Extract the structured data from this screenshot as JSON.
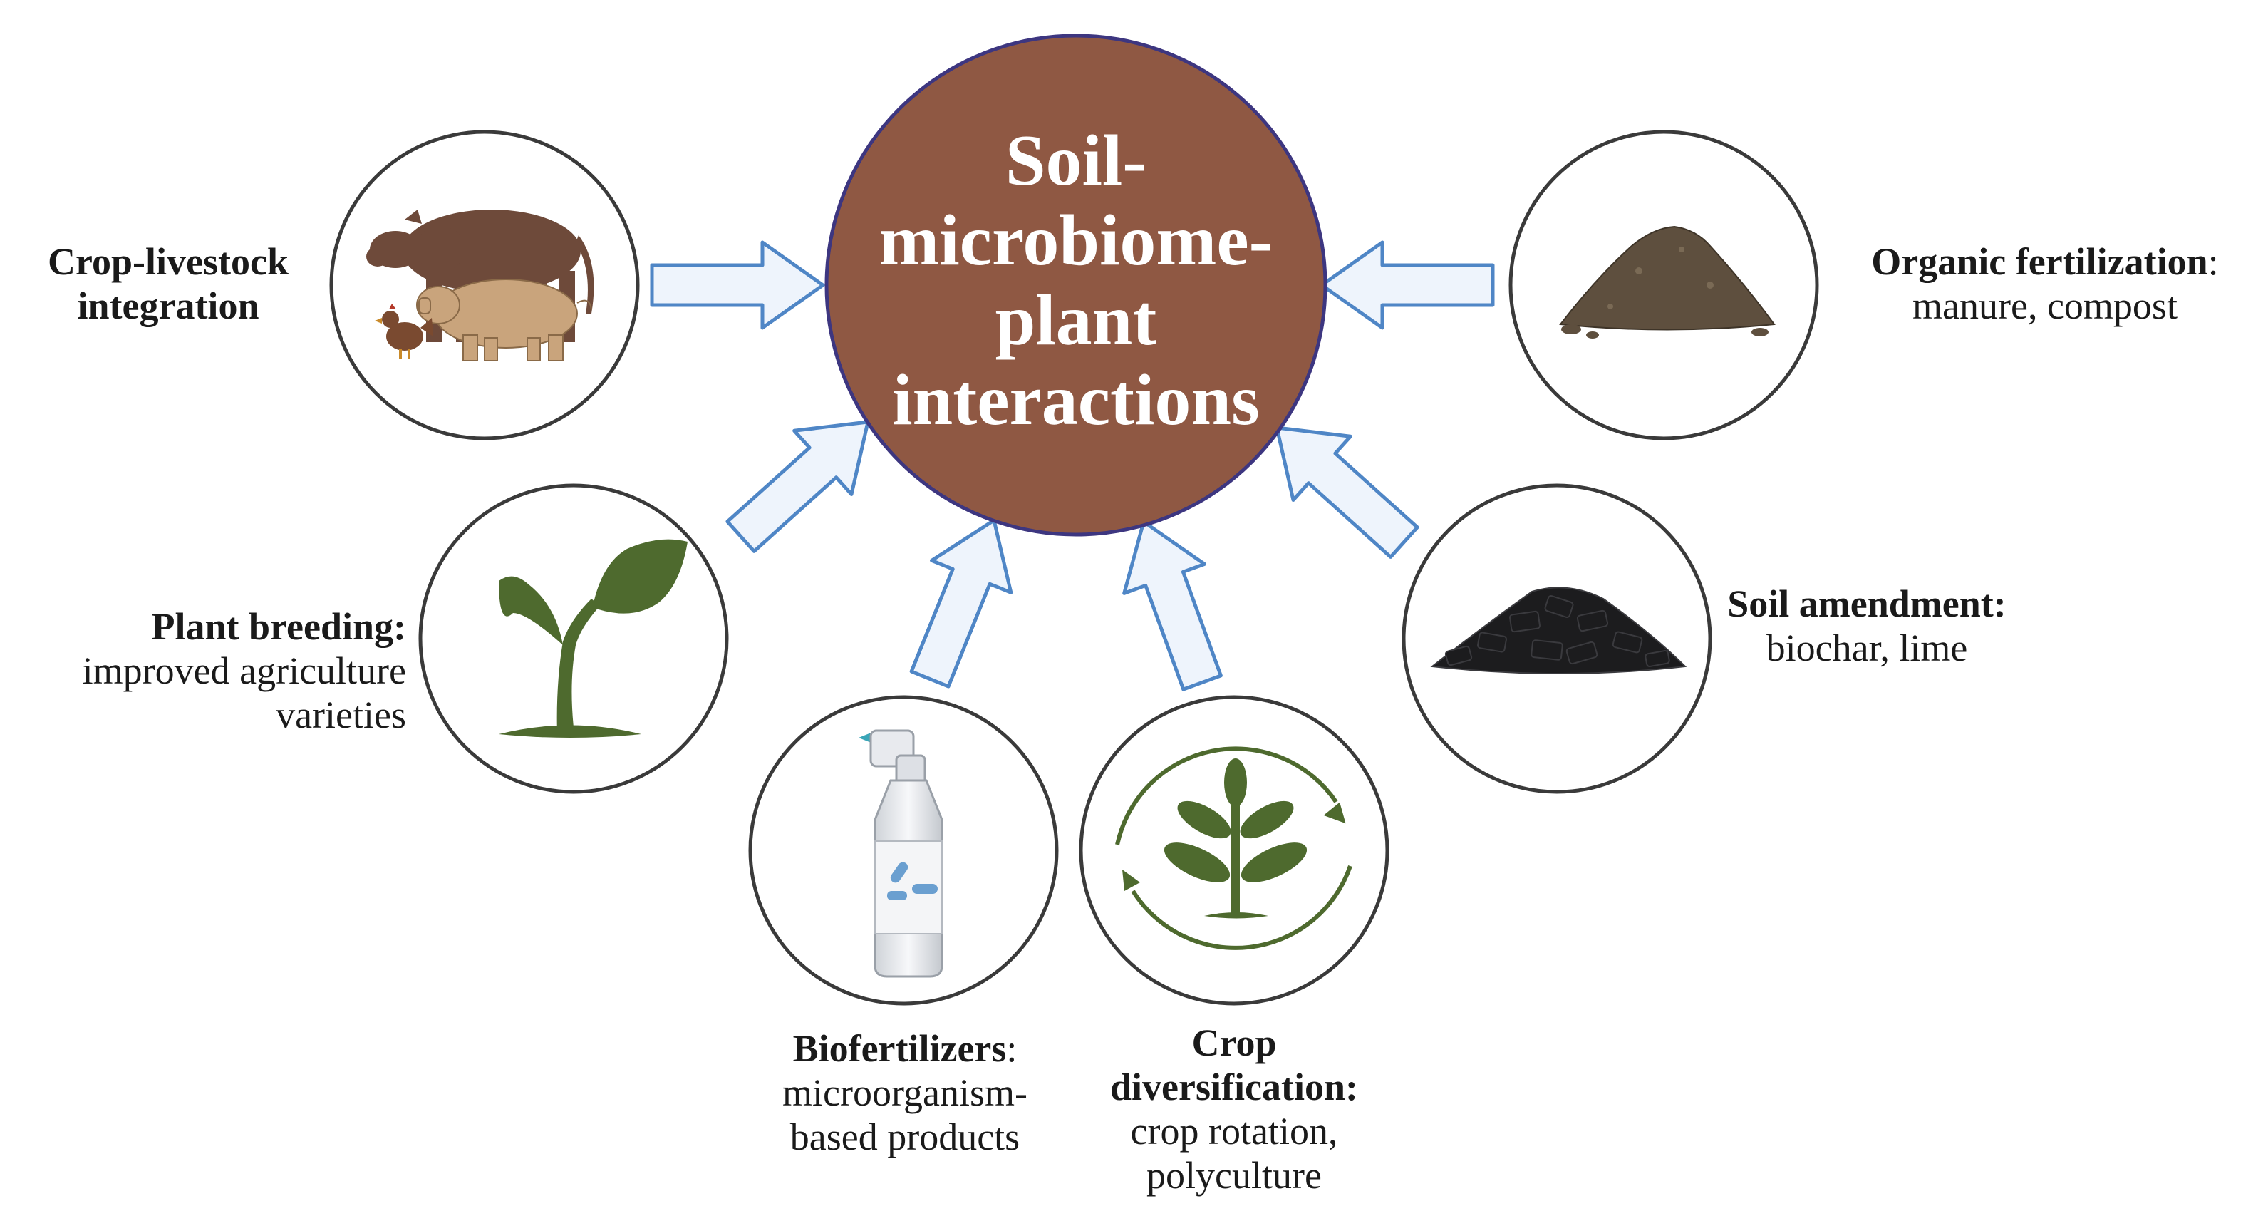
{
  "center": {
    "lines": [
      "Soil-",
      "microbiome-",
      "plant",
      "interactions"
    ],
    "fill": "#8f5843",
    "stroke": "#3d3680"
  },
  "colors": {
    "arrow_stroke": "#4f86c6",
    "arrow_fill": "#eef4fc",
    "circle_stroke": "#3a3a3a",
    "plant_green": "#4e6a2e",
    "cow_brown": "#6e4a3a",
    "pig_tan": "#c9a47c"
  },
  "practices": {
    "crop_livestock": {
      "title_line1": "Crop-livestock",
      "title_line2": "integration",
      "icon": "cow-pig-chicken-icon"
    },
    "plant_breeding": {
      "title": "Plant breeding:",
      "desc_line1": "improved agriculture",
      "desc_line2": "varieties",
      "icon": "seedling-icon"
    },
    "biofertilizers": {
      "title": "Biofertilizers",
      "colon": ":",
      "desc_line1": "microorganism-",
      "desc_line2": "based products",
      "icon": "spray-bottle-icon"
    },
    "crop_diversification": {
      "title_line1": "Crop",
      "title_line2": "diversification:",
      "desc_line1": "crop rotation,",
      "desc_line2": "polyculture",
      "icon": "plant-rotation-icon"
    },
    "soil_amendment": {
      "title": "Soil amendment:",
      "desc": "biochar, lime",
      "icon": "biochar-pile-icon"
    },
    "organic_fertilization": {
      "title": "Organic fertilization",
      "colon": ":",
      "desc": "manure, compost",
      "icon": "compost-pile-icon"
    }
  }
}
